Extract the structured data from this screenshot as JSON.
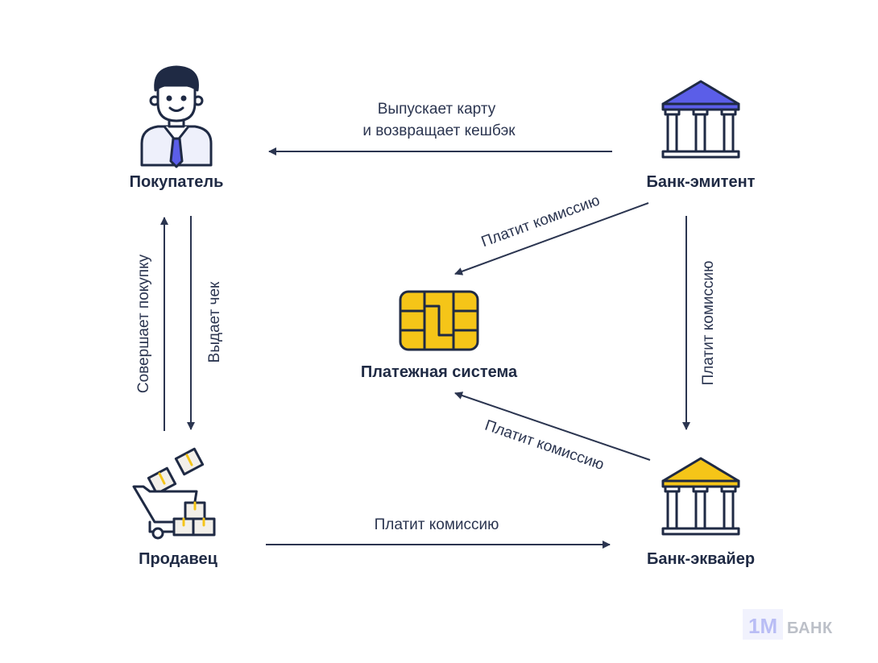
{
  "nodes": {
    "buyer": "Покупатель",
    "issuer": "Банк-эмитент",
    "payment_system": "Платежная система",
    "seller": "Продавец",
    "acquirer": "Банк-эквайер"
  },
  "edges": {
    "issuer_to_buyer_line1": "Выпускает карту",
    "issuer_to_buyer_line2": "и возвращает кешбэк",
    "buyer_to_seller": "Совершает покупку",
    "seller_to_buyer": "Выдает чек",
    "issuer_to_system": "Платит комиссию",
    "issuer_to_acquirer": "Платит комиссию",
    "acquirer_to_system": "Платит комиссию",
    "seller_to_acquirer": "Платит комиссию"
  },
  "brand": {
    "logo_number": "1M",
    "logo_text": "БАНК"
  },
  "colors": {
    "ink": "#1f2a44",
    "arrow": "#2b3550",
    "issuer_accent": "#5b5ee8",
    "acquirer_accent": "#f5c518",
    "chip_accent": "#f5c518",
    "seller_box": "#f2efe9"
  },
  "icons": {
    "buyer": "person-icon",
    "issuer": "bank-building-icon",
    "payment_system": "card-chip-icon",
    "seller": "shopping-cart-icon",
    "acquirer": "bank-building-icon"
  }
}
